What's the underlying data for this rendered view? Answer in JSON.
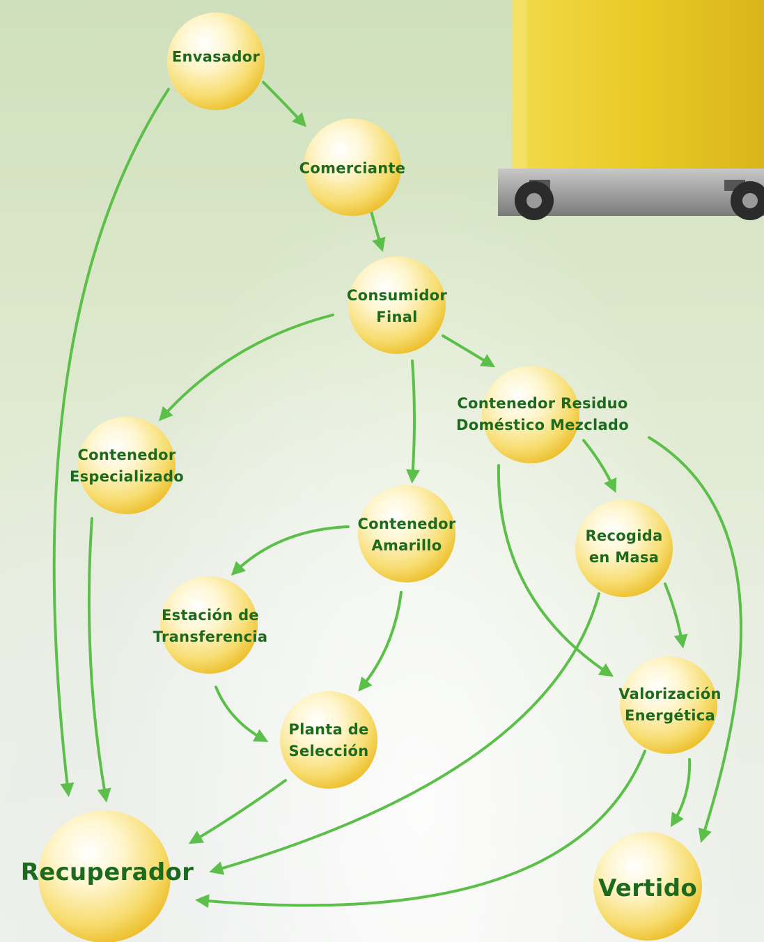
{
  "diagram": {
    "nodes": [
      {
        "id": "envasador",
        "lines": [
          "Envasador"
        ]
      },
      {
        "id": "comerciante",
        "lines": [
          "Comerciante"
        ]
      },
      {
        "id": "consumidor-final",
        "lines": [
          "Consumidor",
          "Final"
        ]
      },
      {
        "id": "contenedor-residuo",
        "lines": [
          "Contenedor Residuo",
          "Doméstico Mezclado"
        ]
      },
      {
        "id": "contenedor-especializado",
        "lines": [
          "Contenedor",
          "Especializado"
        ]
      },
      {
        "id": "contenedor-amarillo",
        "lines": [
          "Contenedor",
          "Amarillo"
        ]
      },
      {
        "id": "recogida-en-masa",
        "lines": [
          "Recogida",
          "en Masa"
        ]
      },
      {
        "id": "estacion-transferencia",
        "lines": [
          "Estación de",
          "Transferencia"
        ]
      },
      {
        "id": "valorizacion-energetica",
        "lines": [
          "Valorización",
          "Energética"
        ]
      },
      {
        "id": "planta-seleccion",
        "lines": [
          "Planta de",
          "Selección"
        ]
      },
      {
        "id": "recuperador",
        "lines": [
          "Recuperador"
        ]
      },
      {
        "id": "vertido",
        "lines": [
          "Vertido"
        ]
      }
    ],
    "edges": [
      {
        "from": "envasador",
        "to": "comerciante"
      },
      {
        "from": "envasador",
        "to": "recuperador"
      },
      {
        "from": "comerciante",
        "to": "consumidor-final"
      },
      {
        "from": "consumidor-final",
        "to": "contenedor-especializado"
      },
      {
        "from": "consumidor-final",
        "to": "contenedor-amarillo"
      },
      {
        "from": "consumidor-final",
        "to": "contenedor-residuo"
      },
      {
        "from": "contenedor-residuo",
        "to": "recogida-en-masa"
      },
      {
        "from": "contenedor-residuo",
        "to": "valorizacion-energetica"
      },
      {
        "from": "contenedor-residuo",
        "to": "vertido"
      },
      {
        "from": "contenedor-especializado",
        "to": "recuperador"
      },
      {
        "from": "contenedor-amarillo",
        "to": "estacion-transferencia"
      },
      {
        "from": "contenedor-amarillo",
        "to": "planta-seleccion"
      },
      {
        "from": "estacion-transferencia",
        "to": "planta-seleccion"
      },
      {
        "from": "recogida-en-masa",
        "to": "valorizacion-energetica"
      },
      {
        "from": "recogida-en-masa",
        "to": "recuperador"
      },
      {
        "from": "planta-seleccion",
        "to": "recuperador"
      },
      {
        "from": "valorizacion-energetica",
        "to": "vertido"
      },
      {
        "from": "valorizacion-energetica",
        "to": "recuperador"
      }
    ],
    "colors": {
      "arrow": "#5cbf4a",
      "label": "#1d6a1f",
      "node_light": "#fffbe6",
      "node_dark": "#f0c22a",
      "bin": "#e7c623"
    }
  }
}
